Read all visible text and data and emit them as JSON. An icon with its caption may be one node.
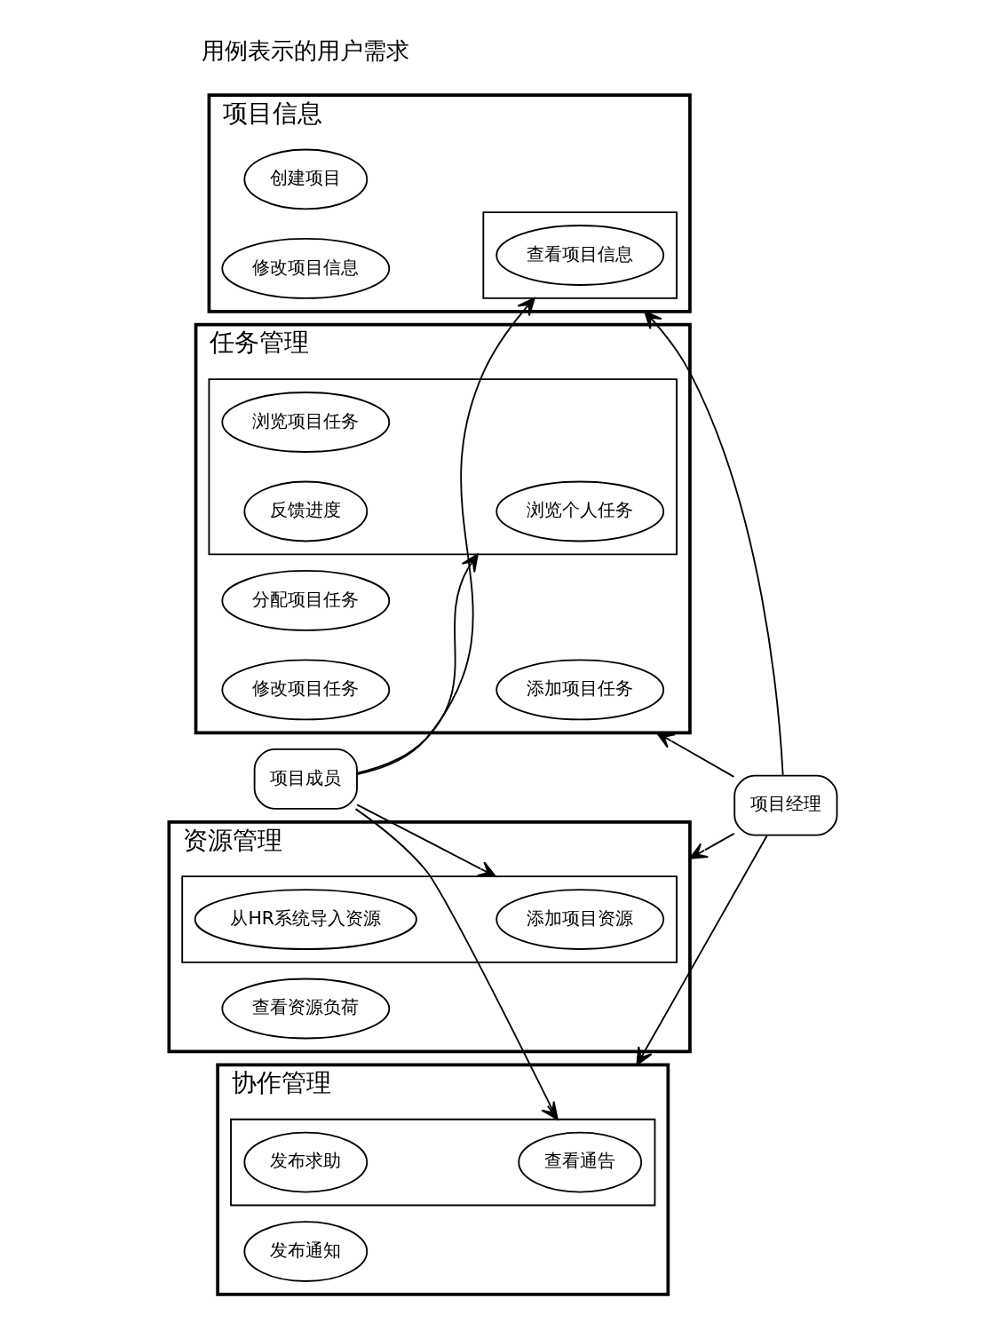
{
  "diagram": {
    "nodes": [
      {
        "text": [
          "项目信息"
        ]
      },
      {
        "text": [],
        "shape": "box",
        "in": 0
      },
      {
        "text": [
          "查看项目信息"
        ],
        "in": 1
      },
      {
        "text": [
          "创建项目"
        ],
        "in": 0
      },
      {
        "text": [
          "修改项目信息"
        ],
        "in": 0
      },
      {
        "text": [
          "任务管理"
        ]
      },
      {
        "text": [
          "添加项目任务"
        ],
        "in": 5
      },
      {
        "text": [
          "分配项目任务"
        ],
        "in": 5
      },
      {
        "text": [
          "修改项目任务"
        ],
        "in": 5
      },
      {
        "text": [],
        "shape": "box",
        "in": 5
      },
      {
        "text": [
          "浏览个人任务"
        ],
        "in": 9
      },
      {
        "text": [
          "浏览项目任务"
        ],
        "in": 9
      },
      {
        "text": [
          "反馈进度"
        ],
        "in": 9
      },
      {
        "text": [
          "资源管理"
        ]
      },
      {
        "text": [],
        "shape": "box",
        "in": 13
      },
      {
        "text": [
          "添加项目资源"
        ],
        "in": 14
      },
      {
        "text": [
          "从HR系统导入资源"
        ],
        "in": 14
      },
      {
        "text": [
          "查看资源负荷"
        ],
        "in": 13
      },
      {
        "text": [
          "协作管理"
        ]
      },
      {
        "text": [],
        "shape": "box",
        "in": 18
      },
      {
        "text": [
          "查看通告"
        ],
        "in": 19
      },
      {
        "text": [
          "发布求助"
        ],
        "in": 19
      },
      {
        "text": [
          "发布通知"
        ],
        "in": 18
      },
      {
        "text": [
          "项目成员"
        ]
      },
      {
        "text": [
          "项目经理"
        ]
      }
    ],
    "edges": [
      {
        "from": 23,
        "to": 1,
        "arrow": "to"
      },
      {
        "from": 23,
        "to": 9,
        "arrow": "to"
      },
      {
        "from": 23,
        "to": 14,
        "arrow": "to"
      },
      {
        "from": 23,
        "to": 19,
        "arrow": "to"
      },
      {
        "from": 24,
        "to": 0,
        "arrow": "to"
      },
      {
        "from": 24,
        "to": 5,
        "arrow": "to"
      },
      {
        "from": 24,
        "to": 13,
        "arrow": "to"
      },
      {
        "from": 24,
        "to": 18,
        "arrow": "to"
      }
    ],
    "labels": [
      "用例表示的用户需求"
    ]
  }
}
